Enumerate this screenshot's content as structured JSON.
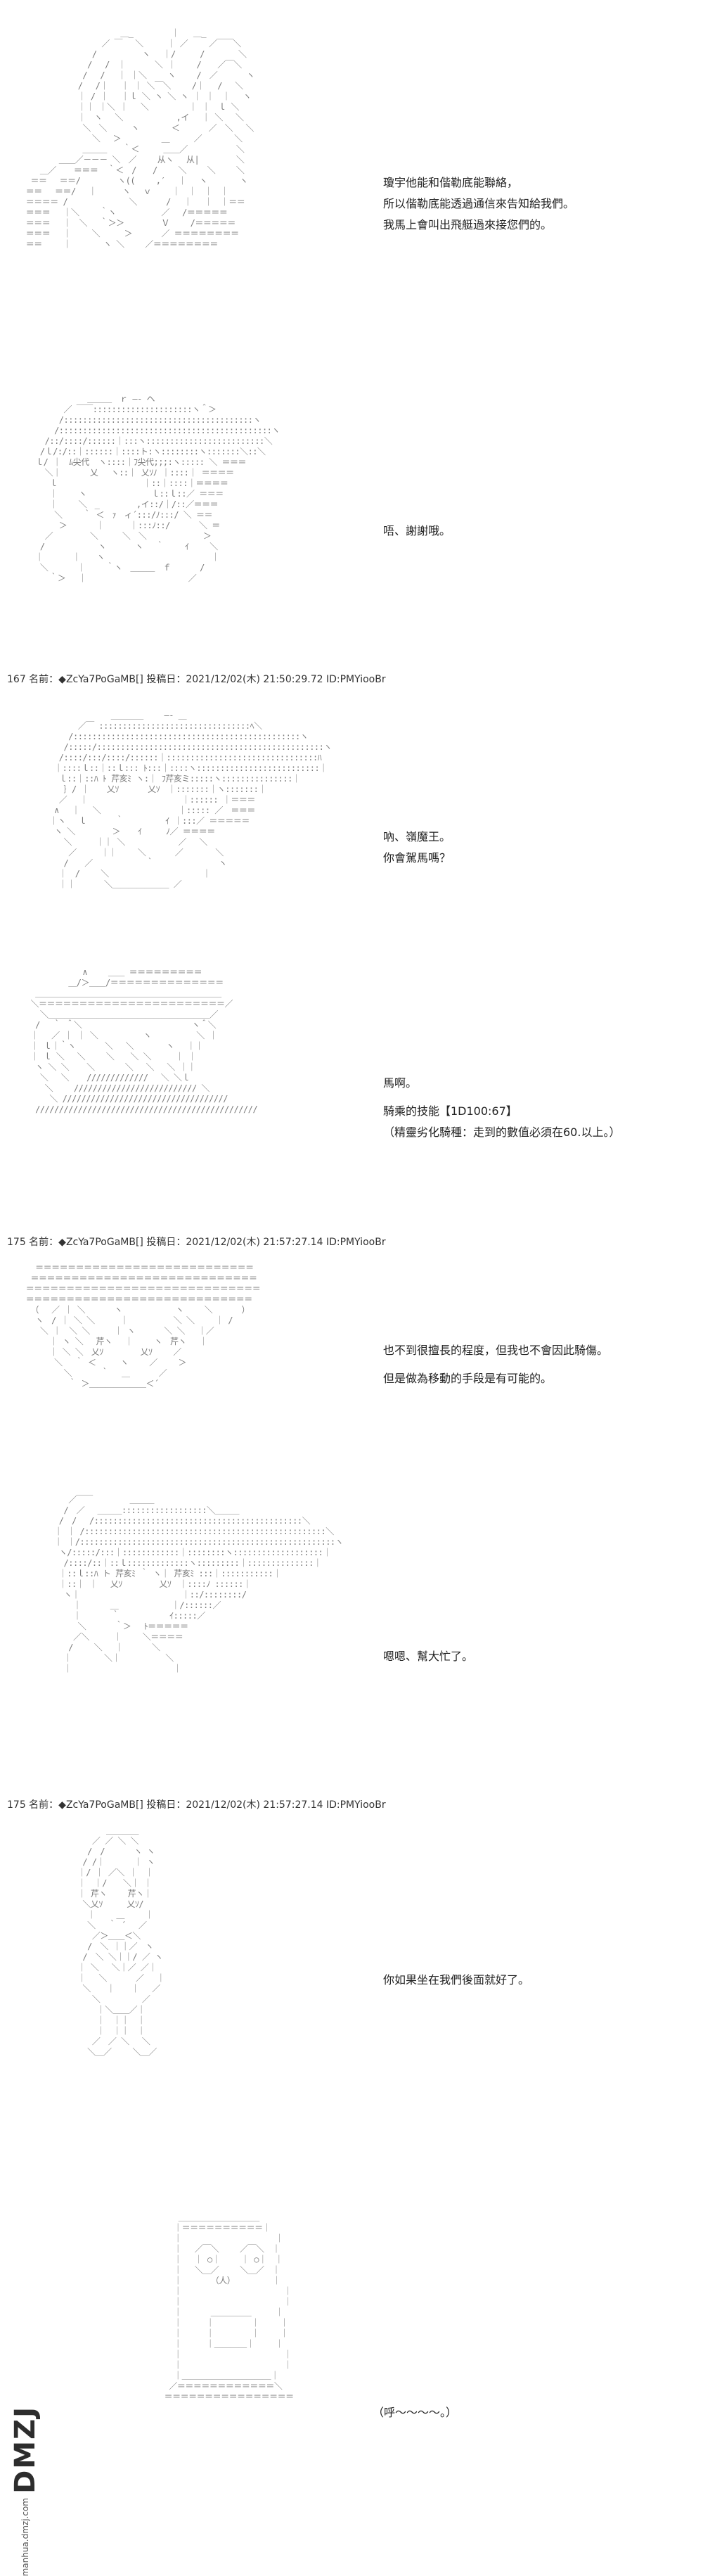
{
  "panels": [
    {
      "id": "p1",
      "header": "",
      "dialog": [
        "瓊宇他能和偕勒底能聯絡，",
        "所以偕勒底能透過通信來告知給我們。",
        "我馬上會叫出飛艇過來接您們的。"
      ]
    },
    {
      "id": "p2",
      "header": "",
      "dialog": [
        "唔、謝謝哦。"
      ]
    },
    {
      "id": "p3",
      "header": "167 名前：◆ZcYa7PoGaMB[] 投稿日：2021/12/02(木) 21:50:29.72 ID:PMYiooBr",
      "dialog": [
        "吶、嶺魔王。",
        "你會駕馬嗎？"
      ]
    },
    {
      "id": "p4",
      "header": "",
      "dialog": [
        "馬啊。",
        "騎乘的技能【1D100:67】",
        "（精靈劣化騎種：走到的數值必須在60.以上。）"
      ]
    },
    {
      "id": "p5",
      "header": "175 名前：◆ZcYa7PoGaMB[] 投稿日：2021/12/02(木) 21:57:27.14 ID:PMYiooBr",
      "dialog": [
        "也不到很擅長的程度，但我也不會因此騎傷。",
        "但是做為移動的手段是有可能的。"
      ]
    },
    {
      "id": "p6",
      "header": "",
      "dialog": [
        "嗯嗯、幫大忙了。"
      ]
    },
    {
      "id": "p7",
      "header": "175 名前：◆ZcYa7PoGaMB[] 投稿日：2021/12/02(木) 21:57:27.14 ID:PMYiooBr",
      "dialog": [
        "你如果坐在我們後面就好了。"
      ]
    },
    {
      "id": "p8",
      "header": "",
      "dialog": [
        "（呼～～～～。）"
      ]
    }
  ],
  "watermark": {
    "logo": "DMZJ",
    "url": "manhua.dmzj.com"
  }
}
